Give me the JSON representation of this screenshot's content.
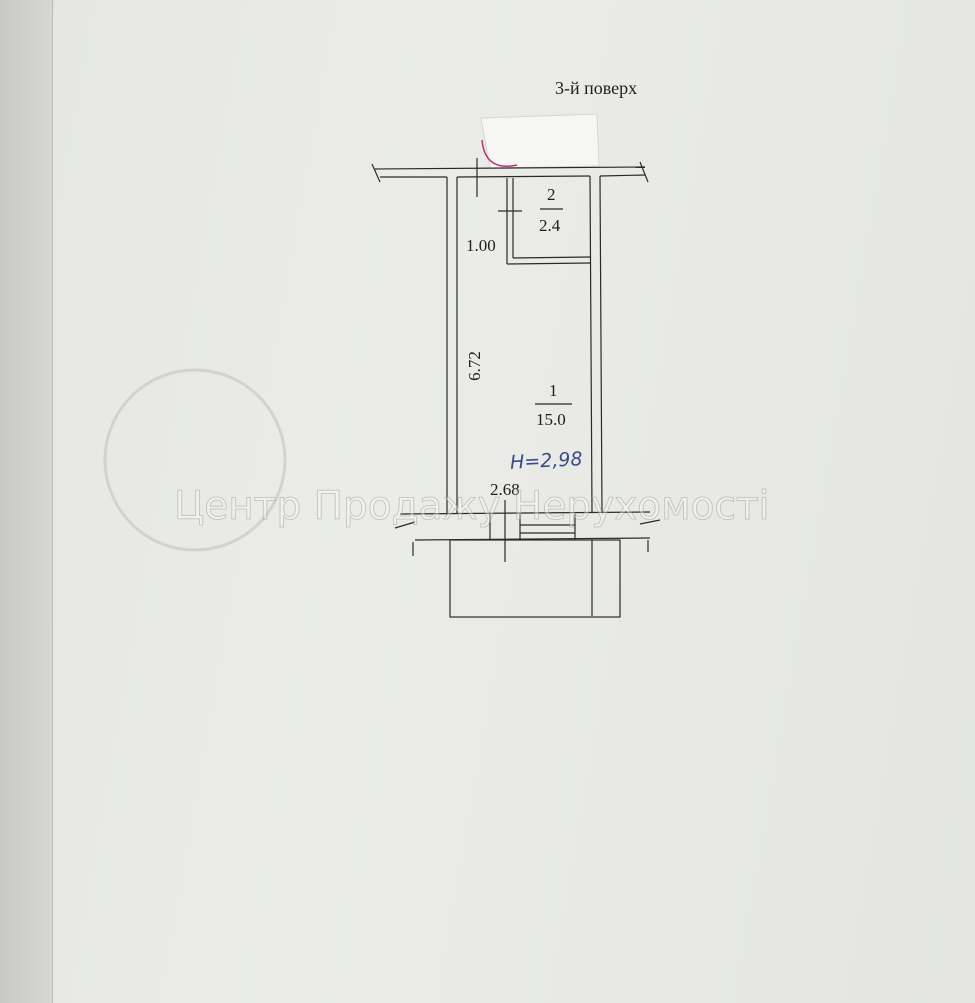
{
  "title": "3-й поверх",
  "rooms": [
    {
      "number": "2",
      "area": "2.4"
    },
    {
      "number": "1",
      "area": "15.0"
    }
  ],
  "dimensions": {
    "width_top": "1.00",
    "length": "6.72",
    "width_bottom": "2.68"
  },
  "handwritten_note": "Н=2,98",
  "watermark": "Центр Продажу Нерухомості",
  "colors": {
    "paper": "#ebece8",
    "ink": "#1d1d1d",
    "handwriting": "#3a4b8c",
    "stamp_mark": "#c0307a"
  }
}
